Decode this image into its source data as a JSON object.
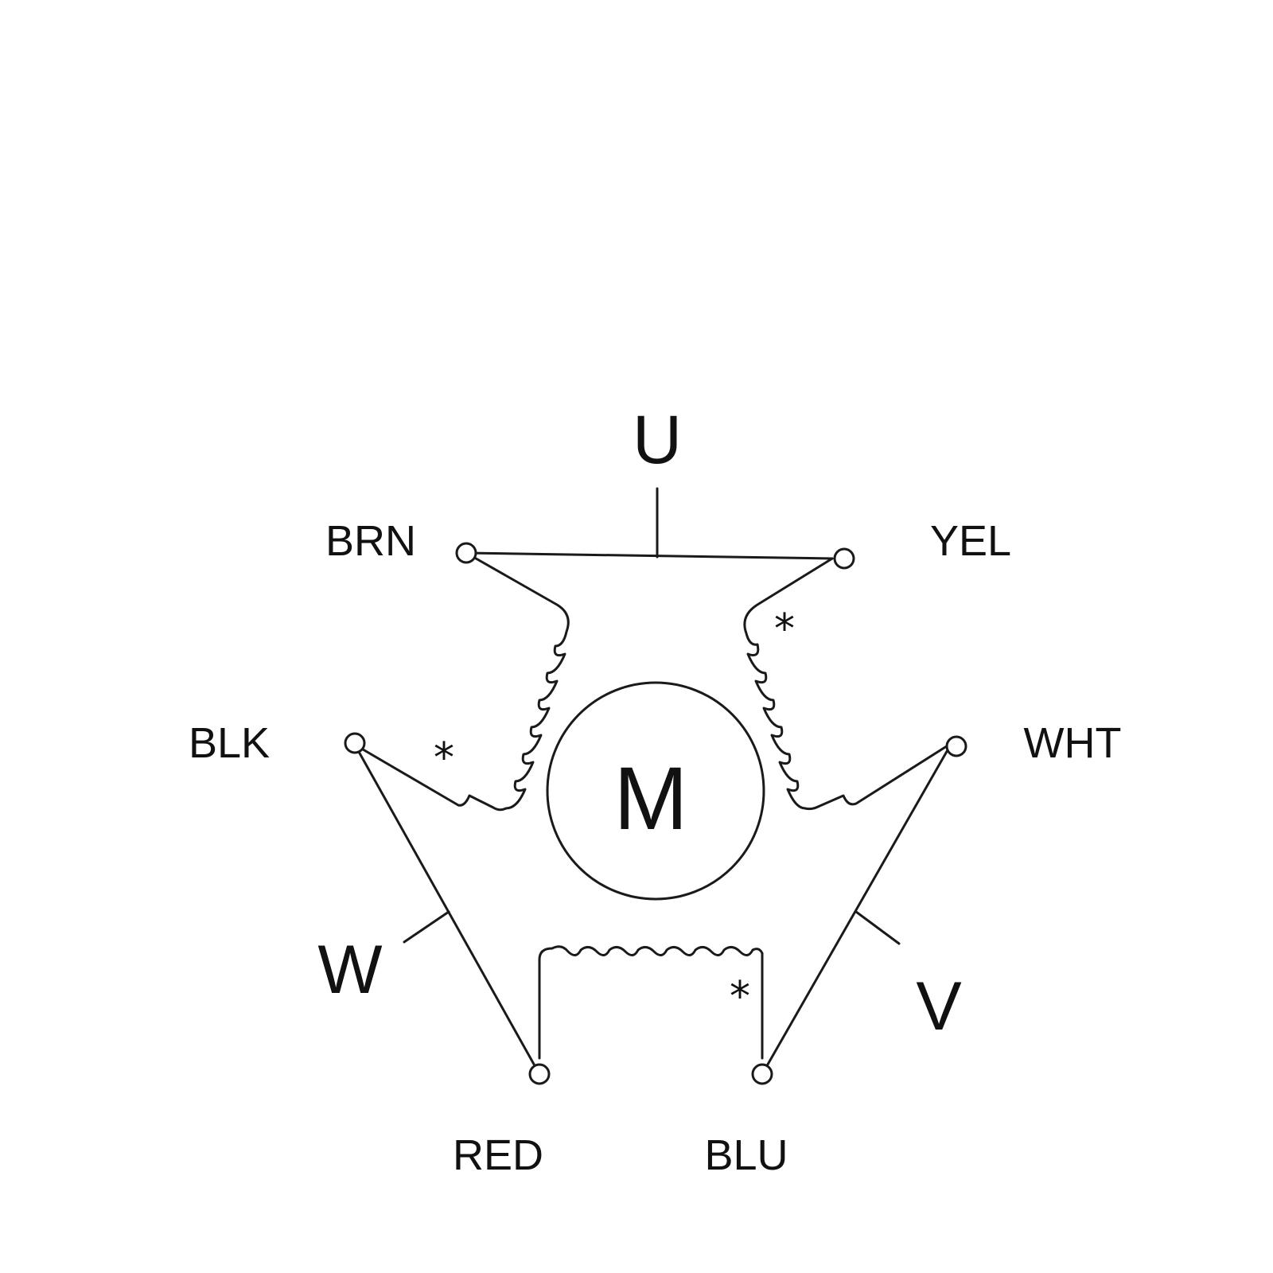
{
  "diagram": {
    "motor_label": "M",
    "phases": {
      "u": "U",
      "v": "V",
      "w": "W"
    },
    "wires": {
      "brown": "BRN",
      "yellow": "YEL",
      "black": "BLK",
      "white": "WHT",
      "red": "RED",
      "blue": "BLU"
    },
    "polarity_mark": "*"
  }
}
